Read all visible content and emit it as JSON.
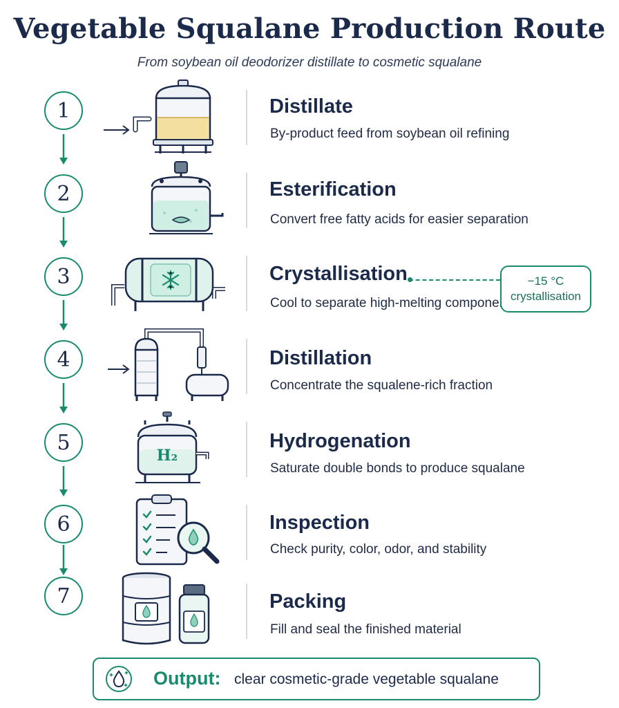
{
  "title": "Vegetable Squalane Production Route",
  "subtitle": "From soybean oil deodorizer distillate to cosmetic squalane",
  "steps": [
    {
      "number": "1",
      "title": "Distillate",
      "description": "By-product feed from soybean oil refining"
    },
    {
      "number": "2",
      "title": "Esterification",
      "description": "Convert free fatty acids for easier separation"
    },
    {
      "number": "3",
      "title": "Crystallisation",
      "description": "Cool to separate high-melting components"
    },
    {
      "number": "4",
      "title": "Distillation",
      "description": "Concentrate the squalene-rich fraction"
    },
    {
      "number": "5",
      "title": "Hydrogenation",
      "description": "Saturate double bonds to produce squalane"
    },
    {
      "number": "6",
      "title": "Inspection",
      "description": "Check purity, color, odor, and stability"
    },
    {
      "number": "7",
      "title": "Packing",
      "description": "Fill and seal the finished material"
    }
  ],
  "note": {
    "line1": "−15 °C",
    "line2": "crystallisation"
  },
  "hydrogen_label": "H₂",
  "output": {
    "label": "Output:",
    "text": "clear cosmetic-grade vegetable squalane"
  },
  "colors": {
    "accent": "#1a8a6e",
    "navy": "#1b2a4a",
    "liquid": "#f3dfa0",
    "aqua": "#cfeee4"
  },
  "icons": [
    "tank-icon",
    "reactor-icon",
    "crystallizer-icon",
    "distillation-column-icon",
    "hydrogenation-reactor-icon",
    "clipboard-magnifier-icon",
    "drum-bottle-icon",
    "droplet-sparkle-icon"
  ]
}
